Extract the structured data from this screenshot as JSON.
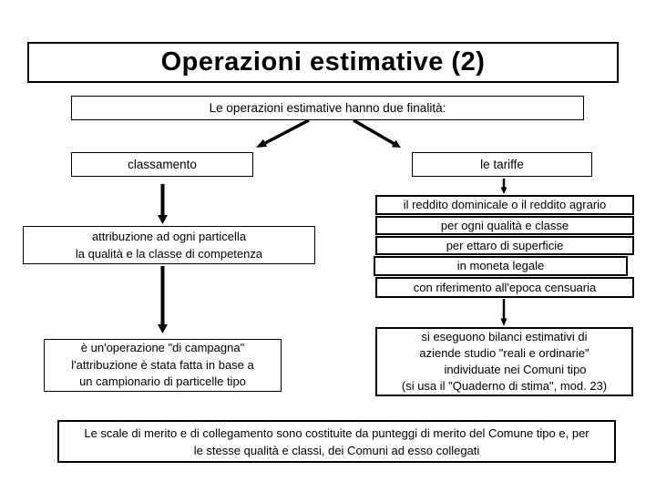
{
  "slide": {
    "background": "#ffffff",
    "line_color": "#000000"
  },
  "title": "Operazioni estimative (2)",
  "intro": "Le operazioni estimative hanno due finalità:",
  "left_branch": {
    "header": "classamento",
    "attribuzione_lines": [
      "attribuzione ad ogni particella",
      "la qualità e la classe di competenza"
    ],
    "campagna_lines": [
      "è un'operazione \"di campagna\"",
      "l'attribuzione è stata fatta in base a",
      "un campionario di particelle tipo"
    ]
  },
  "right_branch": {
    "header": "le tariffe",
    "stack": [
      "il reddito dominicale o il reddito agrario",
      "per ogni qualità e classe",
      "per ettaro di superficie",
      "in moneta legale",
      "con riferimento all'epoca censuaria"
    ],
    "bilanci_lines": [
      "si eseguono bilanci estimativi di",
      "aziende studio \"reali e ordinarie\"",
      "individuate nei Comuni tipo",
      "(si usa il \"Quaderno di stima\", mod. 23)"
    ]
  },
  "footer_lines": [
    "Le scale di merito e di collegamento sono costituite da punteggi di merito del Comune tipo e, per",
    "le stesse qualità e classi, dei Comuni ad esso collegati"
  ],
  "connectors": [
    {
      "name": "arrow-intro-to-classamento",
      "from": "intro",
      "to": "classamento"
    },
    {
      "name": "arrow-intro-to-tariffe",
      "from": "intro",
      "to": "le tariffe"
    },
    {
      "name": "arrow-classamento-to-attribuzione",
      "from": "classamento",
      "to": "attribuzione"
    },
    {
      "name": "arrow-attribuzione-to-campagna",
      "from": "attribuzione",
      "to": "campagna"
    },
    {
      "name": "arrow-tariffe-to-stack",
      "from": "le tariffe",
      "to": "reddito-stack"
    },
    {
      "name": "arrow-stack-to-bilanci",
      "from": "reddito-stack",
      "to": "bilanci"
    }
  ]
}
